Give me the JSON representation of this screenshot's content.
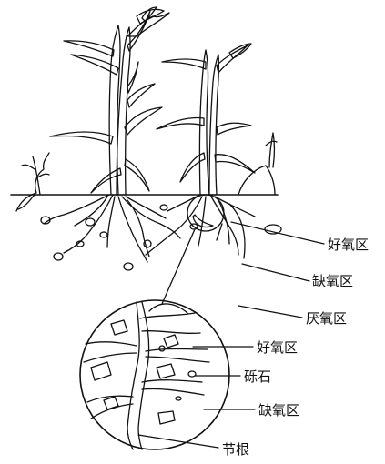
{
  "labels": {
    "aerobic_zone": "好氧区",
    "anoxic_zone": "缺氧区",
    "anaerobic_zone": "厌氧区",
    "aerobic_zone_detail": "好氧区",
    "gravel": "砾石",
    "anoxic_zone_detail": "缺氧区",
    "node_root": "节根"
  },
  "colors": {
    "line": "#111111",
    "background": "#ffffff"
  }
}
